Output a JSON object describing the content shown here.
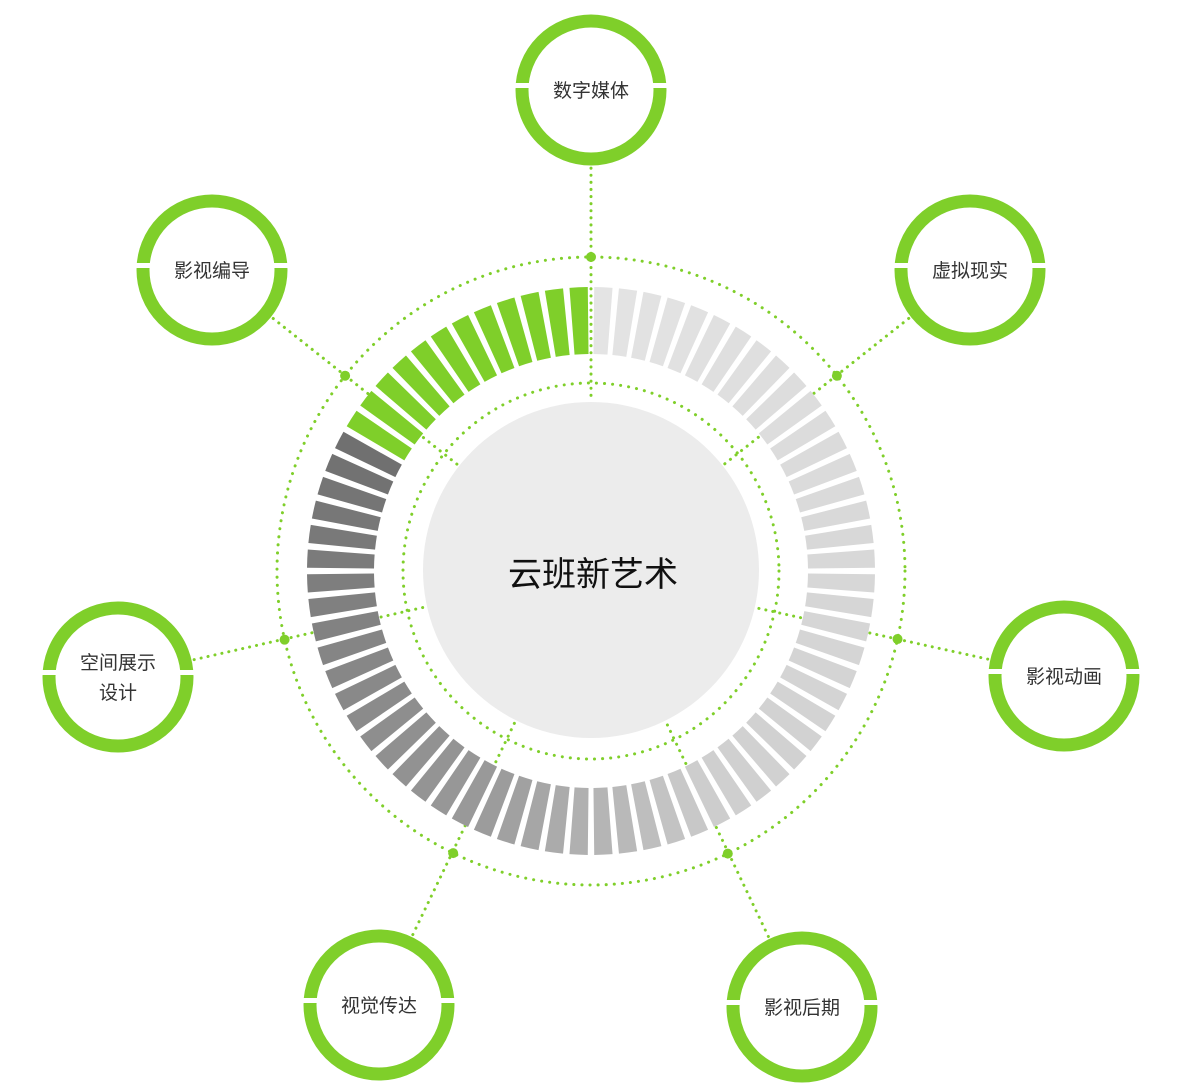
{
  "center": {
    "title": "云班新艺术"
  },
  "nodes": [
    {
      "id": "digital-media",
      "lines": [
        "数字媒体"
      ]
    },
    {
      "id": "virtual-reality",
      "lines": [
        "虚拟现实"
      ]
    },
    {
      "id": "film-animation",
      "lines": [
        "影视动画"
      ]
    },
    {
      "id": "film-post",
      "lines": [
        "影视后期"
      ]
    },
    {
      "id": "visual-communication",
      "lines": [
        "视觉传达"
      ]
    },
    {
      "id": "space-display-design",
      "lines": [
        "空间展示",
        "设计"
      ]
    },
    {
      "id": "film-directing",
      "lines": [
        "影视编导"
      ]
    }
  ],
  "colors": {
    "accent": "#7fcf2a",
    "segment_dark": "#6f6f6f",
    "segment_mid": "#9a9a9a",
    "segment_light": "#cfcfcf",
    "segment_lightest": "#e4e4e4",
    "center_fill": "#ececec",
    "text": "#333333",
    "center_text": "#111111"
  }
}
